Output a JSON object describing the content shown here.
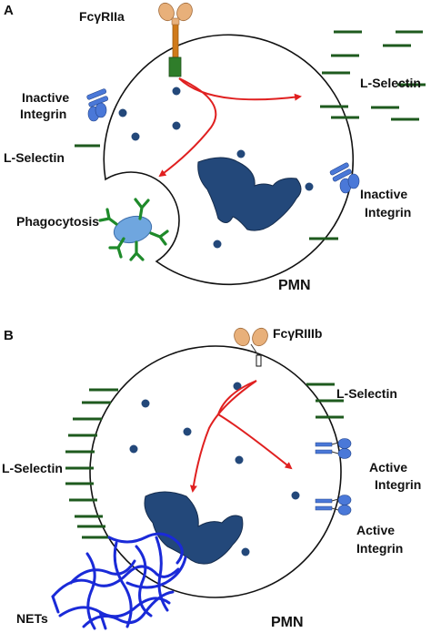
{
  "panel_a": {
    "letter": "A",
    "receptor_label": "FcγRIIa",
    "inactive_integrin_top": [
      "Inactive",
      "Integrin"
    ],
    "l_selectin_right": "L-Selectin",
    "l_selectin_left": "L-Selectin",
    "inactive_integrin_right": [
      "Inactive",
      "Integrin"
    ],
    "phagocytosis": "Phagocytosis",
    "cell_label": "PMN"
  },
  "panel_b": {
    "letter": "B",
    "receptor_label": "FcγRIIIb",
    "l_selectin_right": "L-Selectin",
    "l_selectin_left": "L-Selectin",
    "active_integrin_1": [
      "Active",
      "Integrin"
    ],
    "active_integrin_2": [
      "Active",
      "Integrin"
    ],
    "nets": "NETs",
    "cell_label": "PMN"
  },
  "colors": {
    "membrane": "#111111",
    "selectin": "#1e5a1e",
    "arrow": "#e02020",
    "nucleus": "#23487a",
    "granule": "#23487a",
    "receptor_head": "#e8b07a",
    "stalk": "#d07a1a",
    "integrin": "#4a78d8",
    "nets": "#1a2ad8",
    "antibody": "#1e8a2a",
    "bacterium": "#6fa6df"
  }
}
